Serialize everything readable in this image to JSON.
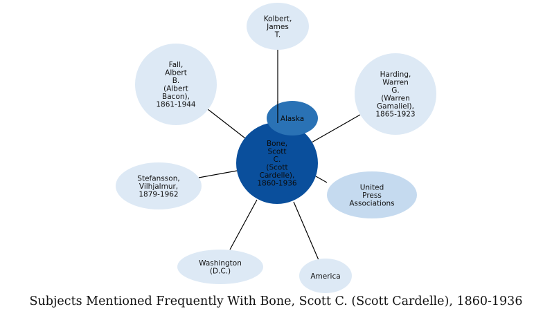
{
  "caption": "Subjects Mentioned Frequently With Bone, Scott C. (Scott Cardelle), 1860-1936",
  "colors": {
    "center": "#0a4f9c",
    "highlight": "#2a72b5",
    "medium": "#c5daef",
    "light": "#dde9f5",
    "edge": "#000000"
  },
  "center": {
    "id": "bone",
    "lines": [
      "Bone,",
      "Scott",
      "C.",
      "(Scott",
      "Cardelle),",
      "1860-1936"
    ]
  },
  "nodes": [
    {
      "id": "kolbert",
      "lines": [
        "Kolbert,",
        "James",
        "T."
      ],
      "tone": "light"
    },
    {
      "id": "fall",
      "lines": [
        "Fall,",
        "Albert",
        "B.",
        "(Albert",
        "Bacon),",
        "1861-1944"
      ],
      "tone": "light"
    },
    {
      "id": "harding",
      "lines": [
        "Harding,",
        "Warren",
        "G.",
        "(Warren",
        "Gamaliel),",
        "1865-1923"
      ],
      "tone": "light"
    },
    {
      "id": "alaska",
      "lines": [
        "Alaska"
      ],
      "tone": "highlight"
    },
    {
      "id": "stefansson",
      "lines": [
        "Stefansson,",
        "Vilhjalmur,",
        "1879-1962"
      ],
      "tone": "light"
    },
    {
      "id": "upa",
      "lines": [
        "United",
        "Press",
        "Associations"
      ],
      "tone": "medium"
    },
    {
      "id": "washington",
      "lines": [
        "Washington",
        "(D.C.)"
      ],
      "tone": "light"
    },
    {
      "id": "america",
      "lines": [
        "America"
      ],
      "tone": "light"
    }
  ]
}
